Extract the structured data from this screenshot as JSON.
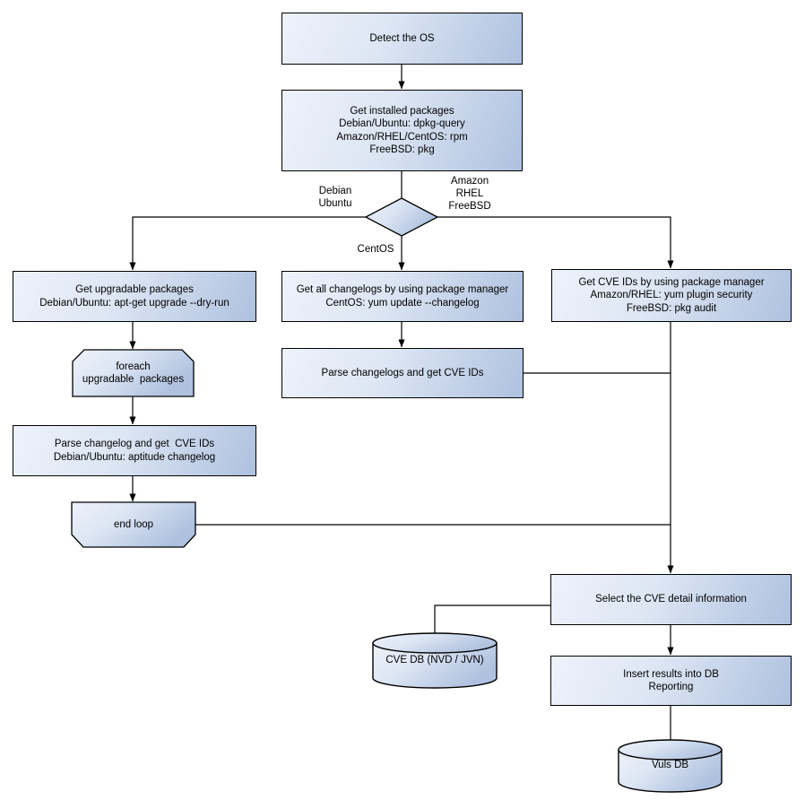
{
  "colors": {
    "background": "#ffffff",
    "node_gradient_start": "#eef2fb",
    "node_gradient_end": "#aec1df",
    "node_border": "#000000",
    "line": "#000000",
    "text": "#000000"
  },
  "nodes": {
    "detect_os": {
      "text": "Detect the OS"
    },
    "get_installed_packages": {
      "text": "Get installed packages\nDebian/Ubuntu: dpkg-query\nAmazon/RHEL/CentOS: rpm\nFreeBSD: pkg"
    },
    "get_upgradable_packages": {
      "text": "Get upgradable packages\nDebian/Ubuntu: apt-get upgrade --dry-run"
    },
    "foreach_upgradable_packages": {
      "text": "foreach\nupgradable  packages"
    },
    "parse_changelog_left": {
      "text": "Parse changelog and get  CVE IDs\nDebian/Ubuntu: aptitude changelog"
    },
    "end_loop": {
      "text": "end loop"
    },
    "get_all_changelogs": {
      "text": "Get all changelogs by using package manager\nCentOS: yum update --changelog"
    },
    "parse_changelogs_mid": {
      "text": "Parse changelogs and get CVE IDs"
    },
    "get_cve_ids_right": {
      "text": "Get CVE IDs by using package manager\nAmazon/RHEL: yum plugin security\nFreeBSD: pkg audit"
    },
    "select_cve_detail": {
      "text": "Select the CVE detail information"
    },
    "cve_db": {
      "text": "CVE DB (NVD / JVN)"
    },
    "insert_results": {
      "text": "Insert results into DB\nReporting"
    },
    "vuls_db": {
      "text": "Vuls DB"
    }
  },
  "edge_labels": {
    "debian_ubuntu": {
      "text": "Debian\nUbuntu"
    },
    "amazon_rhel_freebsd": {
      "text": "Amazon\nRHEL\nFreeBSD"
    },
    "centos": {
      "text": "CentOS"
    }
  }
}
